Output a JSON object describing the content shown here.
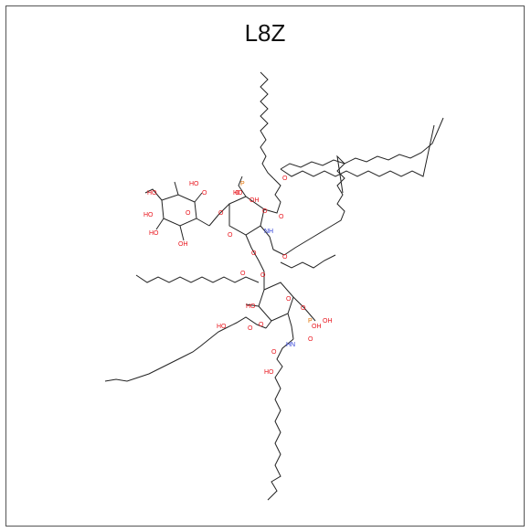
{
  "title": "L8Z",
  "atom_labels": {
    "o": "O",
    "oh": "OH",
    "ho": "HO",
    "nh": "NH",
    "p": "P",
    "hn": "HN"
  },
  "colors": {
    "bond": "#222222",
    "oxygen": "#e8141c",
    "nitrogen": "#3040d8",
    "phosphorus": "#e07000",
    "border": "#555555"
  }
}
